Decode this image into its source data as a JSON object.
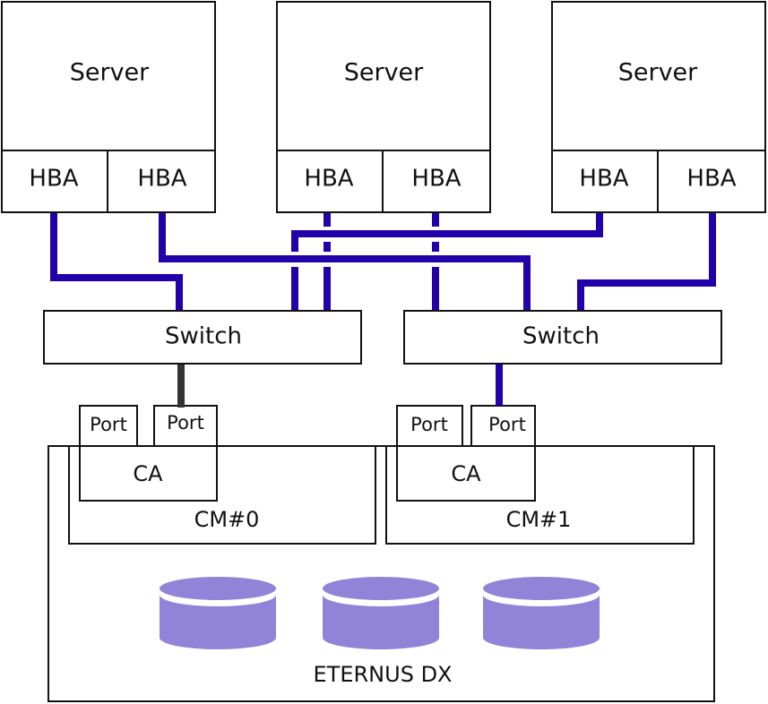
{
  "colors": {
    "link": "#2200aa",
    "link_dark": "#333333",
    "disk": "#9183d7"
  },
  "servers": [
    {
      "label": "Server",
      "hba": [
        "HBA",
        "HBA"
      ]
    },
    {
      "label": "Server",
      "hba": [
        "HBA",
        "HBA"
      ]
    },
    {
      "label": "Server",
      "hba": [
        "HBA",
        "HBA"
      ]
    }
  ],
  "switches": [
    "Switch",
    "Switch"
  ],
  "storage": {
    "label": "ETERNUS DX",
    "cms": [
      {
        "label": "CM#0",
        "ca": "CA",
        "ports": [
          "Port",
          "Port"
        ]
      },
      {
        "label": "CM#1",
        "ca": "CA",
        "ports": [
          "Port",
          "Port"
        ]
      }
    ]
  }
}
